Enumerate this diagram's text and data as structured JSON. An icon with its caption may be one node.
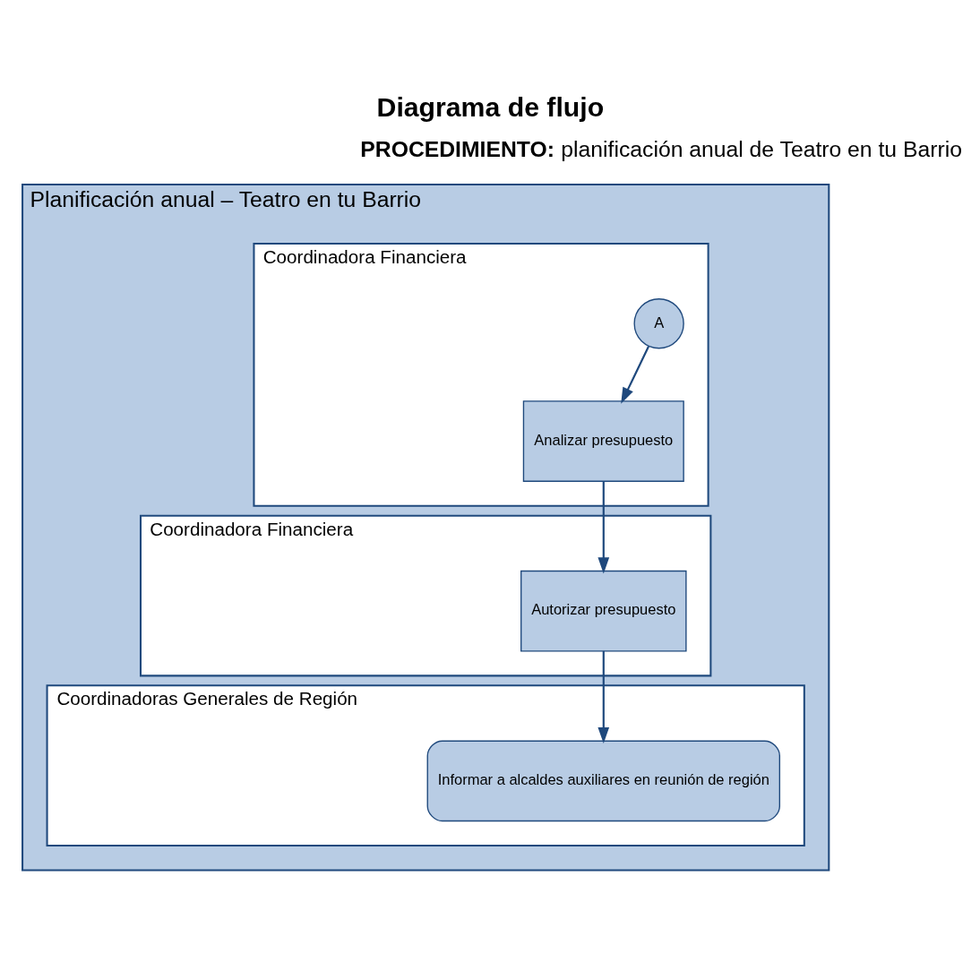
{
  "diagram": {
    "title": "Diagrama de flujo",
    "nodes": [
      {
        "text": [
          "Planificación anual – Teatro en tu Barrio"
        ]
      },
      {
        "text": [
          "Coordinadora Financiera"
        ],
        "in": 0
      },
      {
        "text": [
          "Coordinadora Financiera"
        ],
        "in": 0
      },
      {
        "text": [
          "Coordinadoras Generales de Región"
        ],
        "in": 0
      },
      {
        "text": [
          "A"
        ],
        "in": 1
      },
      {
        "text": [
          "Analizar presupuesto"
        ],
        "in": 1
      },
      {
        "text": [
          "Autorizar presupuesto"
        ],
        "in": 2
      },
      {
        "text": [
          "Informar a alcaldes auxiliares en reunión de región"
        ],
        "in": 3
      }
    ],
    "edges": [
      {
        "from": 4,
        "to": 5,
        "arrow": "to"
      },
      {
        "from": 5,
        "to": 6,
        "arrow": "to"
      },
      {
        "from": 6,
        "to": 7,
        "arrow": "to"
      }
    ],
    "labels": [
      "**PROCEDIMIENTO:** planificación anual de Teatro en tu Barrio"
    ]
  }
}
